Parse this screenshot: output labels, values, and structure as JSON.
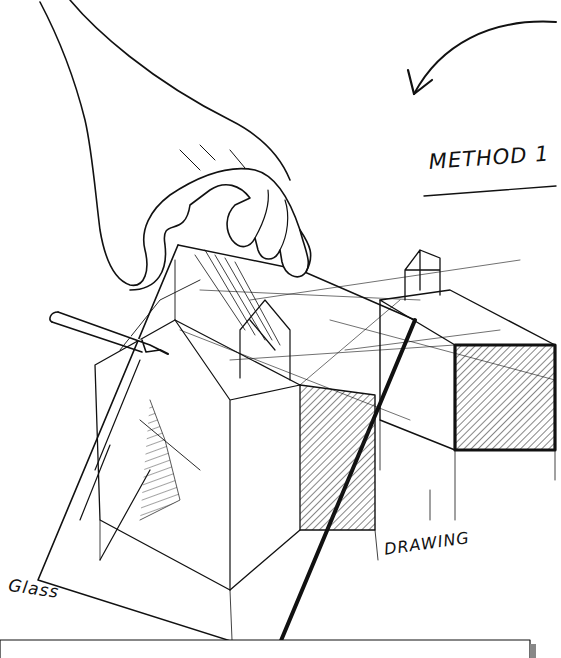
{
  "diagram": {
    "labels": [
      "METHOD 1",
      "Glass",
      "DRAWING"
    ]
  }
}
